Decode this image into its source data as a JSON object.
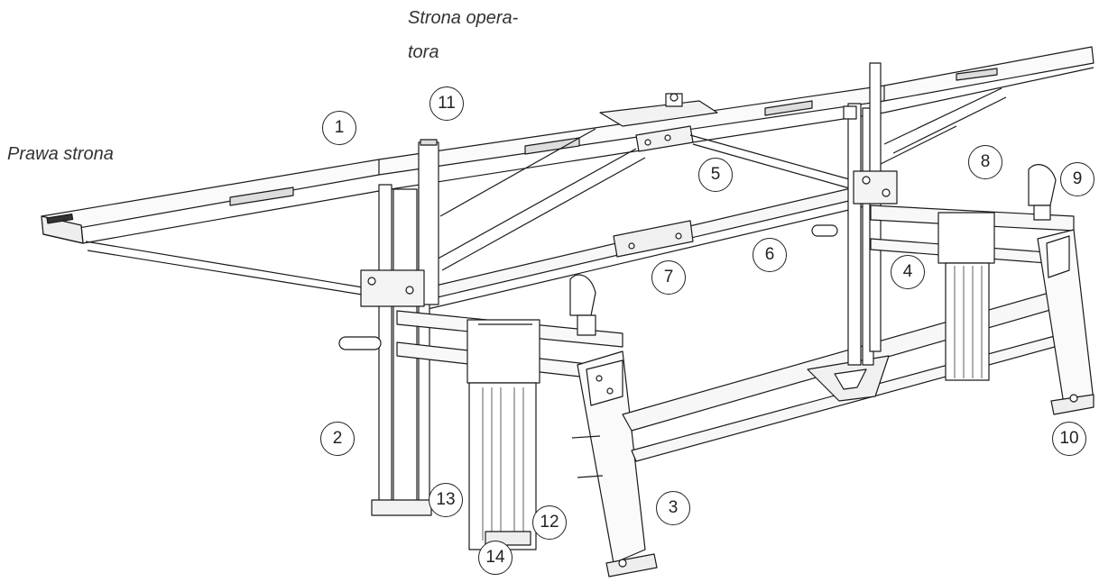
{
  "labels": {
    "operator_side_line1": "Strona opera-",
    "operator_side_line2": "tora",
    "right_side": "Prawa strona"
  },
  "callouts": [
    "1",
    "2",
    "3",
    "4",
    "5",
    "6",
    "7",
    "8",
    "9",
    "10",
    "11",
    "12",
    "13",
    "14"
  ]
}
